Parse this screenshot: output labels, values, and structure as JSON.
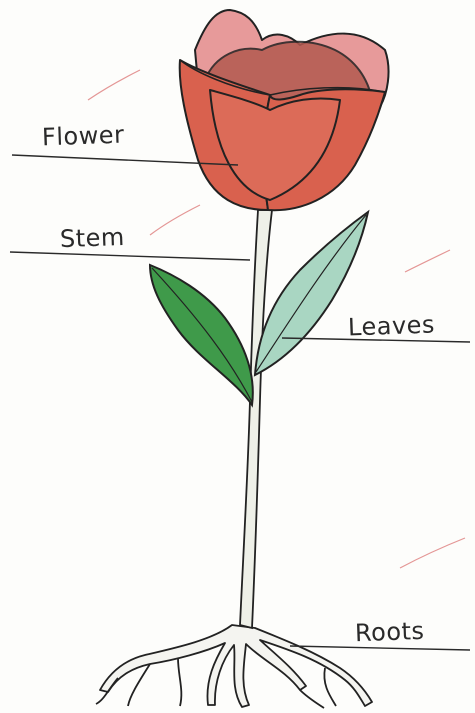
{
  "labels": {
    "flower": "Flower",
    "stem": "Stem",
    "leaves": "Leaves",
    "roots": "Roots"
  },
  "colors": {
    "petal_red": "#d9614e",
    "petal_pink": "#e79a9a",
    "stem": "#eef0e8",
    "leaf_dark": "#3f9a4a",
    "leaf_light": "#a9d6c2",
    "pencil_line": "#222222"
  }
}
